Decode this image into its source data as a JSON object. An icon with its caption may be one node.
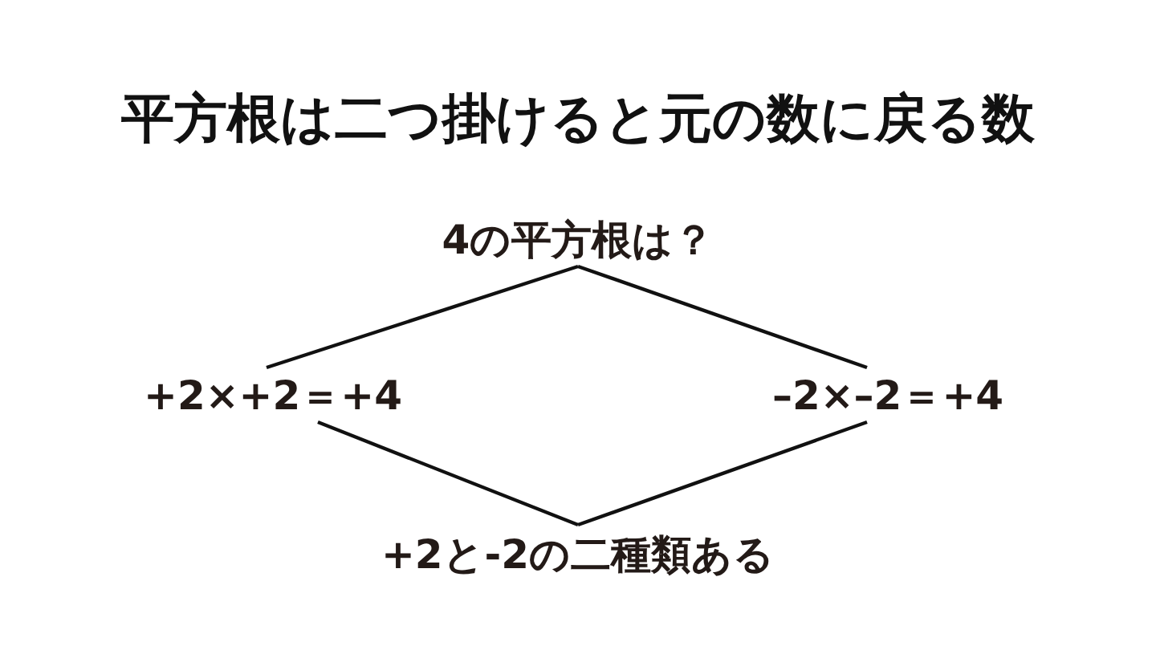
{
  "diagram": {
    "title": "平方根は二つ掛けると元の数に戻る数",
    "nodes": [
      {
        "text": [
          "4の平方根は？"
        ]
      },
      {
        "text": [
          "+2×+2＝+4"
        ]
      },
      {
        "text": [
          "–2×–2＝+4"
        ]
      },
      {
        "text": [
          "+2と-2の二種類ある"
        ]
      }
    ],
    "edges": [
      {
        "from": 0,
        "to": 1,
        "arrow": "none"
      },
      {
        "from": 0,
        "to": 2,
        "arrow": "none"
      },
      {
        "from": 1,
        "to": 3,
        "arrow": "none"
      },
      {
        "from": 2,
        "to": 3,
        "arrow": "none"
      }
    ]
  }
}
